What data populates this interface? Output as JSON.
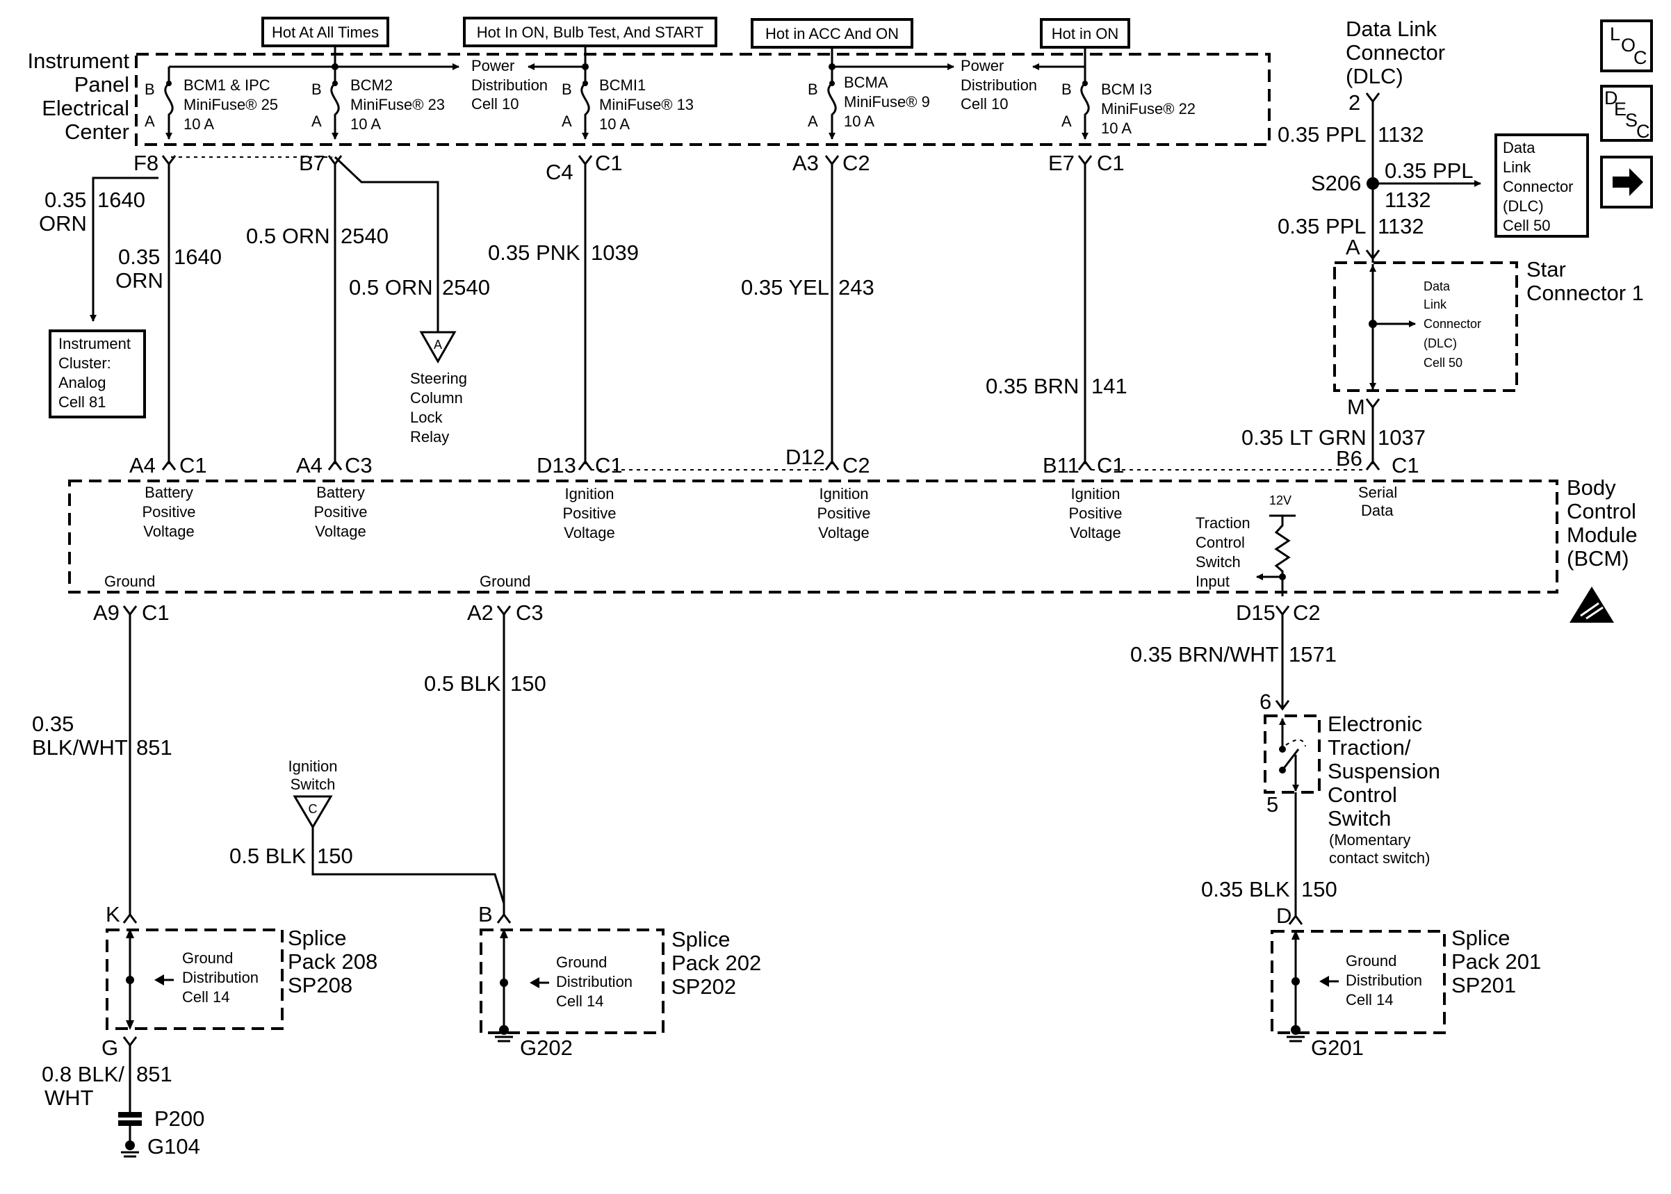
{
  "labels": {
    "hot_all": "Hot At All Times",
    "hot_on_bulb": "Hot In ON, Bulb Test, And START",
    "hot_acc": "Hot in ACC And ON",
    "hot_on": "Hot in ON",
    "ipec_l1": "Instrument",
    "ipec_l2": "Panel",
    "ipec_l3": "Electrical",
    "ipec_l4": "Center",
    "fuse1_name": "BCM1 & IPC",
    "fuse1_type": "MiniFuse® 25",
    "fuse2_name": "BCM2",
    "fuse2_type": "MiniFuse® 23",
    "fuse3_name": "BCMI1",
    "fuse3_type": "MiniFuse® 13",
    "fuse4_name": "BCMA",
    "fuse4_type": "MiniFuse® 9",
    "fuse5_name": "BCM I3",
    "fuse5_type": "MiniFuse® 22",
    "amp10": "10 A",
    "pin_a": "A",
    "pin_b": "B",
    "pd_l1": "Power",
    "pd_l2": "Distribution",
    "pd_l3": "Cell 10",
    "dlc_l1": "Data Link",
    "dlc_l2": "Connector",
    "dlc_l3": "(DLC)",
    "dlc_pin2": "2",
    "w_ppl": "0.35 PPL",
    "c1132": "1132",
    "s206": "S206",
    "dlc50_l1": "Data",
    "dlc50_l2": "Link",
    "dlc50_l3": "Connector",
    "dlc50_l4": "(DLC)",
    "dlc50_l5": "Cell 50",
    "star_l1": "Star",
    "star_l2": "Connector 1",
    "pin_m": "M",
    "w_ltgrn": "0.35 LT GRN",
    "c1037": "1037",
    "loc_l": "L",
    "loc_o": "O",
    "loc_c": "C",
    "desc_d": "D",
    "desc_e": "E",
    "desc_s": "S",
    "desc_c": "C",
    "arrow_glyph": "➔",
    "f8": "F8",
    "b7": "B7",
    "c4": "C4",
    "a3": "A3",
    "e7": "E7",
    "conn_c1": "C1",
    "conn_c2": "C2",
    "conn_c3": "C3",
    "w_035": "0.35",
    "w_orn": "ORN",
    "c1640": "1640",
    "w_05orn": "0.5 ORN",
    "c2540": "2540",
    "w_pnk": "0.35 PNK",
    "c1039": "1039",
    "w_yel": "0.35 YEL",
    "c243": "243",
    "w_brn": "0.35 BRN",
    "c141": "141",
    "ic_l1": "Instrument",
    "ic_l2": "Cluster:",
    "ic_l3": "Analog",
    "ic_l4": "Cell 81",
    "scl_l1": "Steering",
    "scl_l2": "Column",
    "scl_l3": "Lock",
    "scl_l4": "Relay",
    "a4": "A4",
    "d13": "D13",
    "d12": "D12",
    "b11": "B11",
    "b6": "B6",
    "bpv_l1": "Battery",
    "bpv_l2": "Positive",
    "bpv_l3": "Voltage",
    "ipv_l1": "Ignition",
    "tcs_l1": "Traction",
    "tcs_l2": "Control",
    "tcs_l3": "Switch",
    "tcs_l4": "Input",
    "v12": "12V",
    "sd_l1": "Serial",
    "sd_l2": "Data",
    "bcm_l1": "Body",
    "bcm_l2": "Control",
    "bcm_l3": "Module",
    "bcm_l4": "(BCM)",
    "ground": "Ground",
    "a9": "A9",
    "a2": "A2",
    "d15": "D15",
    "w_blkwht": "BLK/WHT",
    "c851": "851",
    "w_05blk": "0.5 BLK",
    "c150": "150",
    "w_brnwht": "0.35 BRN/WHT",
    "c1571": "1571",
    "pin_6": "6",
    "pin_5": "5",
    "ets_l1": "Electronic",
    "ets_l2": "Traction/",
    "ets_l3": "Suspension",
    "ets_l4": "Control",
    "ets_l5": "Switch",
    "ets_l6": "(Momentary",
    "ets_l7": "contact switch)",
    "ign_l1": "Ignition",
    "ign_l2": "Switch",
    "w_035blk": "0.35 BLK",
    "pin_k": "K",
    "pin_g": "G",
    "pin_d": "D",
    "sp_l1": "Splice",
    "sp208_l2": "Pack 208",
    "sp208_l3": "SP208",
    "sp202_l2": "Pack 202",
    "sp202_l3": "SP202",
    "sp201_l2": "Pack 201",
    "sp201_l3": "SP201",
    "gd_l1": "Ground",
    "gd_l2": "Distribution",
    "gd_l3": "Cell 14",
    "w_08blk": "0.8 BLK/",
    "w_wht": "WHT",
    "p200": "P200",
    "g104": "G104",
    "g202": "G202",
    "g201": "G201"
  }
}
